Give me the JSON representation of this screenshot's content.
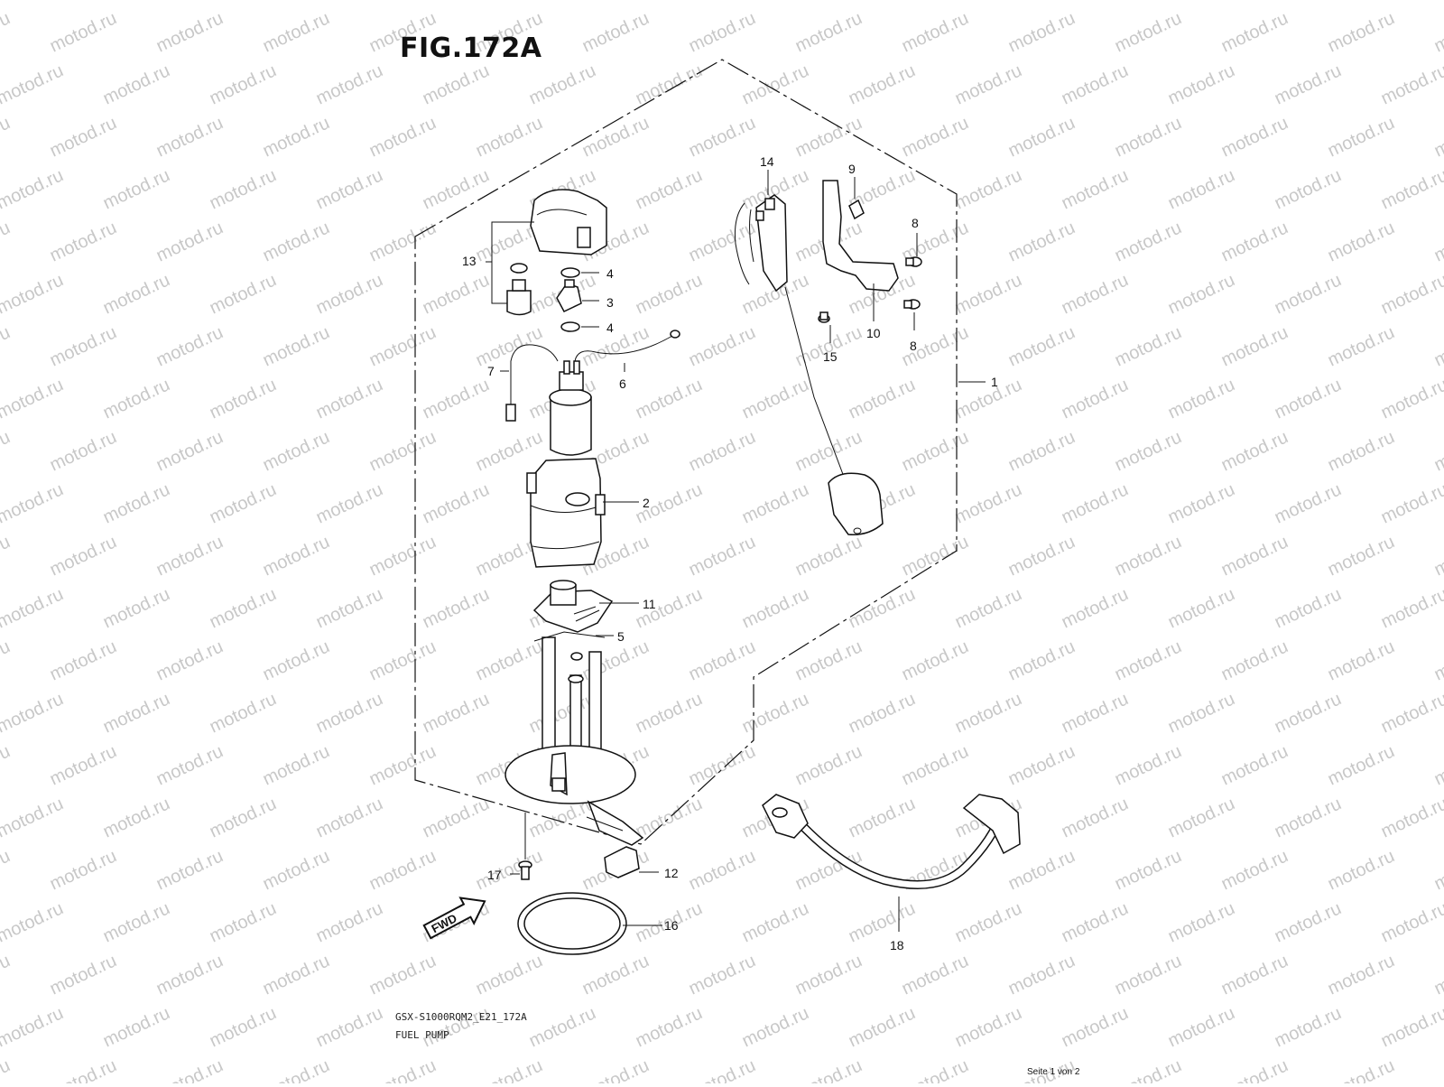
{
  "figure": {
    "title": "FIG.172A",
    "model_code": "GSX-S1000RQM2_E21_172A",
    "section_name": "FUEL PUMP",
    "page_indicator": "Seite 1 von 2",
    "watermark": "motod.ru",
    "direction_arrow": "FWD"
  },
  "callouts": [
    {
      "id": "13",
      "label": "13"
    },
    {
      "id": "4a",
      "label": "4"
    },
    {
      "id": "3",
      "label": "3"
    },
    {
      "id": "4b",
      "label": "4"
    },
    {
      "id": "7",
      "label": "7"
    },
    {
      "id": "6",
      "label": "6"
    },
    {
      "id": "2",
      "label": "2"
    },
    {
      "id": "11",
      "label": "11"
    },
    {
      "id": "5",
      "label": "5"
    },
    {
      "id": "14",
      "label": "14"
    },
    {
      "id": "9",
      "label": "9"
    },
    {
      "id": "8a",
      "label": "8"
    },
    {
      "id": "8b",
      "label": "8"
    },
    {
      "id": "10",
      "label": "10"
    },
    {
      "id": "15",
      "label": "15"
    },
    {
      "id": "1",
      "label": "1"
    },
    {
      "id": "17",
      "label": "17"
    },
    {
      "id": "12",
      "label": "12"
    },
    {
      "id": "16",
      "label": "16"
    },
    {
      "id": "18",
      "label": "18"
    }
  ]
}
